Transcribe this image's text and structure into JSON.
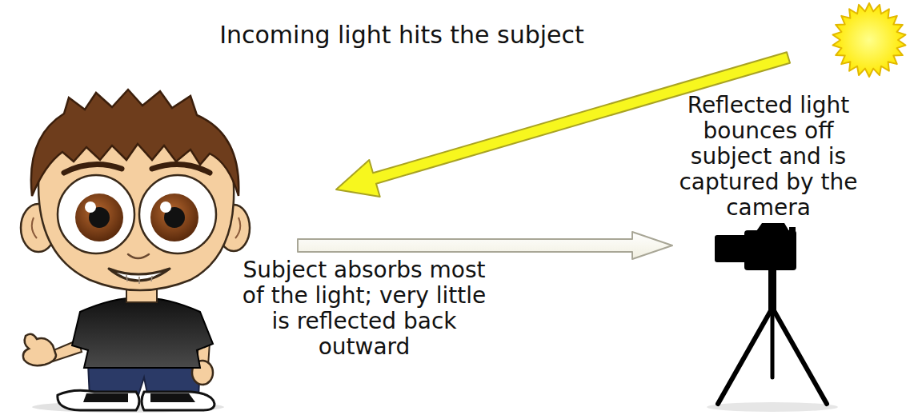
{
  "diagram": {
    "labels": [
      "Incoming light hits the subject",
      "Reflected light bounces off subject and is captured by the camera",
      "Subject absorbs most of the light; very little is reflected back outward"
    ]
  }
}
